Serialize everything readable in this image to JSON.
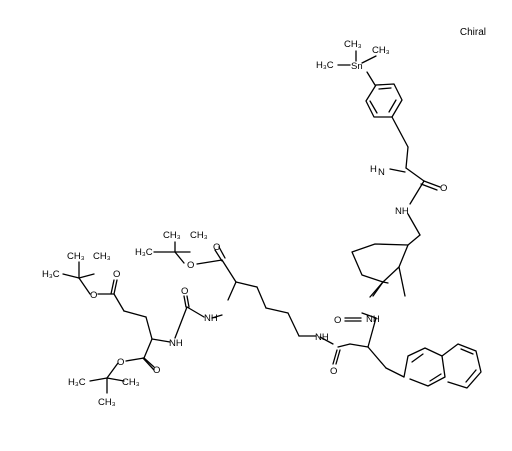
{
  "flag": "Chiral",
  "atoms": {
    "sn": "Sn",
    "n_amine": "N",
    "h_amine": "H",
    "o_amide_a": "O",
    "n_amide_a": "NH",
    "o_amide_b": "O",
    "nh_nap": "NH",
    "o_nap": "O",
    "nh_lys": "NH",
    "o_boc_top_carbonyl": "O",
    "o_boc_top_ether": "O",
    "o_urea": "O",
    "nh_urea_right": "NH",
    "nh_urea_left": "NH",
    "o_glu_side_carbonyl": "O",
    "o_glu_side_ether": "O",
    "o_glu_main_carbonyl": "O",
    "o_glu_main_ether": "O",
    "h3c_tms_a": "H₃C",
    "ch3_tms_b": "CH₃",
    "ch3_tms_c": "CH₃",
    "h3c_boc_top": "H₃C",
    "ch3_boc_top_a": "CH₃",
    "ch3_boc_top_b": "CH₃",
    "h3c_glu_side": "H₃C",
    "ch3_glu_side_a": "CH₃",
    "ch3_glu_side_b": "CH₃",
    "h3c_glu_main": "H₃C",
    "ch3_glu_main_a": "CH₃",
    "ch3_glu_main_b": "CH₃"
  }
}
